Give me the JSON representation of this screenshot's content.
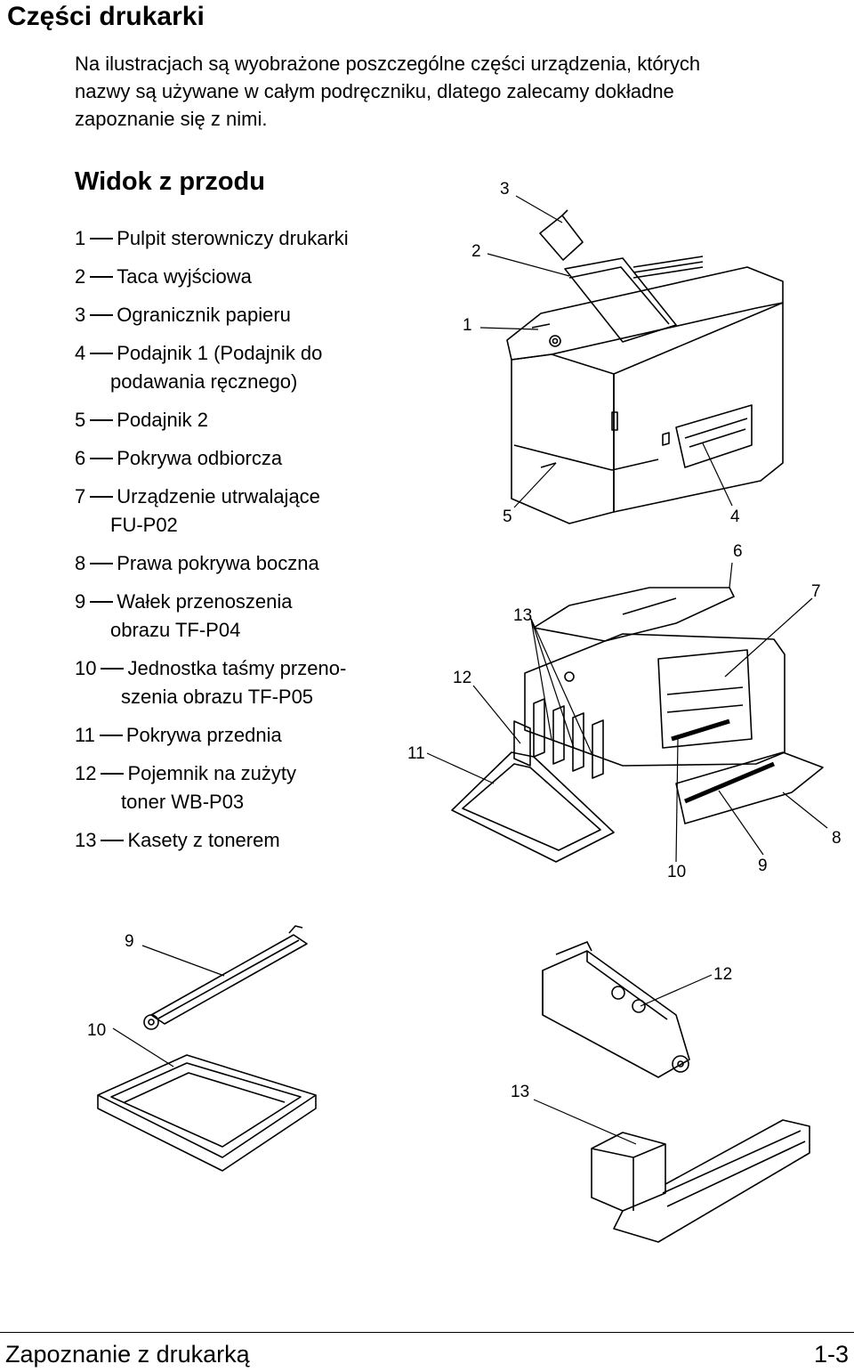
{
  "page": {
    "title": "Części drukarki",
    "intro_lines": [
      "Na ilustracjach są wyobrażone poszczególne części urządzenia, których",
      "nazwy są używane w całym podręczniku, dlatego zalecamy dokładne",
      "zapoznanie się z nimi."
    ],
    "subtitle": "Widok z przodu"
  },
  "legend": [
    {
      "num": "1",
      "lines": [
        "Pulpit sterowniczy drukarki"
      ]
    },
    {
      "num": "2",
      "lines": [
        "Taca wyjściowa"
      ]
    },
    {
      "num": "3",
      "lines": [
        "Ogranicznik papieru"
      ]
    },
    {
      "num": "4",
      "lines": [
        "Podajnik 1 (Podajnik do",
        "podawania ręcznego)"
      ]
    },
    {
      "num": "5",
      "lines": [
        "Podajnik 2"
      ]
    },
    {
      "num": "6",
      "lines": [
        "Pokrywa odbiorcza"
      ]
    },
    {
      "num": "7",
      "lines": [
        "Urządzenie utrwalające",
        "FU-P02"
      ]
    },
    {
      "num": "8",
      "lines": [
        "Prawa pokrywa boczna"
      ]
    },
    {
      "num": "9",
      "lines": [
        "Wałek przenoszenia",
        "obrazu TF-P04"
      ]
    },
    {
      "num": "10",
      "lines": [
        "Jednostka taśmy przeno-",
        "szenia obrazu TF-P05"
      ]
    },
    {
      "num": "11",
      "lines": [
        "Pokrywa przednia"
      ]
    },
    {
      "num": "12",
      "lines": [
        "Pojemnik na zużyty",
        "toner WB-P03"
      ]
    },
    {
      "num": "13",
      "lines": [
        "Kasety z tonerem"
      ]
    }
  ],
  "callouts": {
    "top": [
      "3",
      "2",
      "1",
      "5",
      "4"
    ],
    "middle": [
      "6",
      "7",
      "13",
      "12",
      "11",
      "8",
      "10",
      "9"
    ],
    "bottom": [
      "9",
      "10",
      "12",
      "13"
    ]
  },
  "footer": {
    "left": "Zapoznanie z drukarką",
    "right": "1-3"
  }
}
